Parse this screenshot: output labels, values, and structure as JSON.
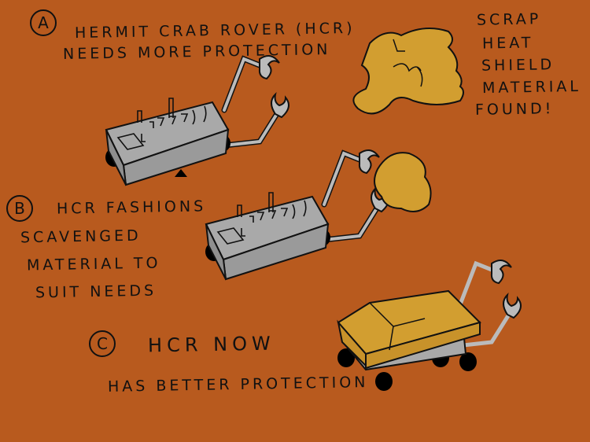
{
  "panel_a": {
    "label": "A",
    "line1": "HERMIT CRAB ROVER (HCR)",
    "line2": "NEEDS MORE PROTECTION"
  },
  "scrap": {
    "lines": [
      "SCRAP",
      "HEAT",
      "SHIELD",
      "MATERIAL",
      "FOUND!"
    ]
  },
  "panel_b": {
    "label": "B",
    "line1": "HCR FASHIONS",
    "line2": "SCAVENGED",
    "line3": "MATERIAL TO",
    "line4": "SUIT NEEDS"
  },
  "panel_c": {
    "label": "C",
    "line1": "HCR NOW",
    "line2": "HAS BETTER PROTECTION"
  },
  "colors": {
    "background": "#B85A1E",
    "shield": "#D29E30",
    "rover": "#A9A9A9",
    "ink": "#111111"
  }
}
